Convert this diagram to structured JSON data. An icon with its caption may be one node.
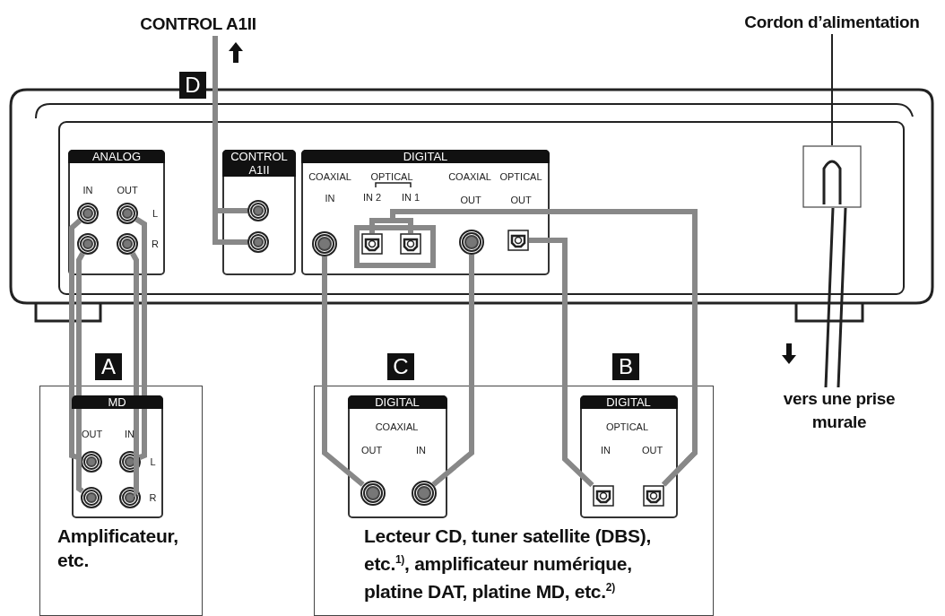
{
  "diagram": {
    "nodes": [
      {
        "text": [
          "ANALOG",
          "IN",
          "OUT",
          "L",
          "R"
        ]
      },
      {
        "text": [],
        "shape": "circle",
        "in": 0
      },
      {
        "text": [],
        "shape": "circle",
        "in": 0
      },
      {
        "text": [],
        "shape": "circle",
        "in": 0
      },
      {
        "text": [],
        "shape": "circle",
        "in": 0
      },
      {
        "text": [
          "CONTROL A1II"
        ]
      },
      {
        "text": [],
        "shape": "circle",
        "in": 5
      },
      {
        "text": [],
        "shape": "circle",
        "in": 5
      },
      {
        "text": [
          "DIGITAL",
          "COAXIAL",
          "OPTICAL",
          "COAXIAL",
          "OPTICAL",
          "IN",
          "IN 2",
          "IN 1",
          "OUT",
          "OUT"
        ]
      },
      {
        "text": [],
        "shape": "circle",
        "in": 8
      },
      {
        "text": [],
        "shape": "box",
        "in": 8
      },
      {
        "text": [],
        "shape": "box",
        "in": 8
      },
      {
        "text": [],
        "shape": "circle",
        "in": 8
      },
      {
        "text": [],
        "shape": "box",
        "in": 8
      },
      {
        "text": [],
        "shape": "box"
      },
      {
        "text": [
          "Cordon d’alimentation"
        ]
      },
      {
        "text": [
          "vers une prise murale"
        ]
      },
      {
        "text": [
          "CONTROL A1II"
        ]
      },
      {
        "text": [
          "Amplificateur, etc."
        ]
      },
      {
        "text": [
          "MD",
          "OUT",
          "IN",
          "L",
          "R"
        ],
        "in": 18
      },
      {
        "text": [],
        "shape": "circle",
        "in": 19
      },
      {
        "text": [],
        "shape": "circle",
        "in": 19
      },
      {
        "text": [],
        "shape": "circle",
        "in": 19
      },
      {
        "text": [],
        "shape": "circle",
        "in": 19
      },
      {
        "text": [
          "Lecteur CD, tuner satellite (DBS), etc.$^{1)}$, amplificateur numérique, platine DAT, platine MD, etc.$^{2)}$"
        ]
      },
      {
        "text": [
          "DIGITAL",
          "COAXIAL",
          "OUT",
          "IN"
        ],
        "in": 24
      },
      {
        "text": [],
        "shape": "circle",
        "in": 25
      },
      {
        "text": [],
        "shape": "circle",
        "in": 25
      },
      {
        "text": [
          "DIGITAL",
          "OPTICAL",
          "IN",
          "OUT"
        ],
        "in": 24
      },
      {
        "text": [],
        "shape": "box",
        "in": 28
      },
      {
        "text": [],
        "shape": "box",
        "in": 28
      }
    ],
    "edges": [
      {
        "from": 1,
        "to": 20,
        "arrow": "none"
      },
      {
        "from": 3,
        "to": 22,
        "arrow": "none"
      },
      {
        "from": 2,
        "to": 21,
        "arrow": "none"
      },
      {
        "from": 4,
        "to": 23,
        "arrow": "none"
      },
      {
        "from": 9,
        "to": 26,
        "arrow": "none"
      },
      {
        "from": 12,
        "to": 27,
        "arrow": "none"
      },
      {
        "from": 13,
        "to": 29,
        "arrow": "none"
      },
      {
        "from": 30,
        "to": 10,
        "arrow": "none"
      },
      {
        "from": 30,
        "to": 11,
        "arrow": "none"
      },
      {
        "from": 6,
        "to": 17,
        "arrow": "none"
      },
      {
        "from": 7,
        "to": 17,
        "arrow": "none"
      },
      {
        "from": 15,
        "to": 14,
        "arrow": "none",
        "color": "#222222"
      },
      {
        "from": 14,
        "to": 16,
        "arrow": "none",
        "color": "#222222"
      }
    ],
    "labels": [
      "D",
      "A",
      "C",
      "B"
    ]
  }
}
